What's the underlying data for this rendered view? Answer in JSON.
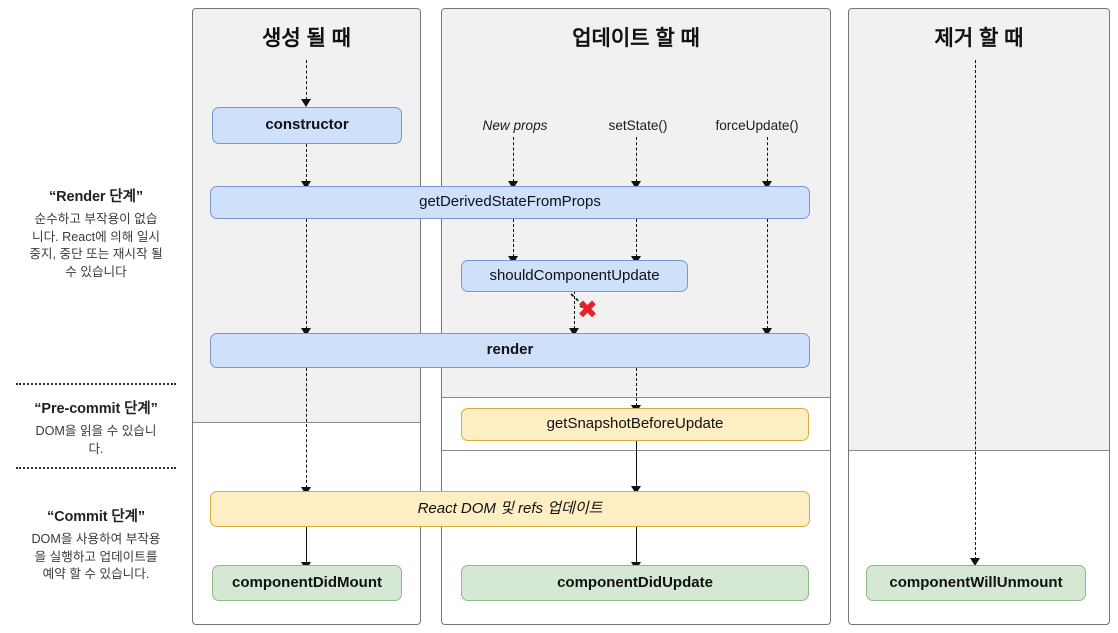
{
  "diagram": {
    "title": "React Component Lifecycle (Korean)",
    "columns": [
      {
        "id": "mounting",
        "header": "생성 될 때"
      },
      {
        "id": "updating",
        "header": "업데이트 할 때"
      },
      {
        "id": "unmounting",
        "header": "제거 할 때"
      }
    ],
    "phases": [
      {
        "id": "render",
        "title": "“Render 단계”",
        "body_lines": [
          "순수하고 부작용이 없습",
          "니다. React에 의해 일시",
          "중지, 중단 또는 재시작 될",
          "수 있습니다"
        ],
        "body_text": "순수하고 부작용이 없습니다. React에 의해 일시 중지, 중단 또는 재시작 될 수 있습니다"
      },
      {
        "id": "pre-commit",
        "title": "“Pre-commit 단계”",
        "body_lines": [
          "DOM을 읽을 수 있습니",
          "다."
        ],
        "body_text": "DOM을 읽을 수 있습니다."
      },
      {
        "id": "commit",
        "title": "“Commit 단계”",
        "body_lines": [
          "DOM을 사용하여 부작용",
          "을 실행하고 업데이트를",
          "예약 할 수 있습니다."
        ],
        "body_text": "DOM을 사용하여 부작용을 실행하고 업데이트를 예약 할 수 있습니다."
      }
    ],
    "triggers": [
      {
        "id": "new-props",
        "label": "New props",
        "style": "italic"
      },
      {
        "id": "set-state",
        "label": "setState()",
        "style": "normal"
      },
      {
        "id": "force-update",
        "label": "forceUpdate()",
        "style": "normal"
      }
    ],
    "nodes": [
      {
        "id": "constructor",
        "label": "constructor",
        "color": "blue",
        "weight": "bold"
      },
      {
        "id": "get-derived-state-from-props",
        "label": "getDerivedStateFromProps",
        "color": "blue",
        "weight": "normal"
      },
      {
        "id": "should-component-update",
        "label": "shouldComponentUpdate",
        "color": "blue",
        "weight": "normal"
      },
      {
        "id": "render",
        "label": "render",
        "color": "blue",
        "weight": "bold"
      },
      {
        "id": "get-snapshot-before-update",
        "label": "getSnapshotBeforeUpdate",
        "color": "orange",
        "weight": "normal"
      },
      {
        "id": "react-dom-refs-update",
        "label": "React DOM 및 refs 업데이트",
        "color": "orange",
        "weight": "italic",
        "parts": {
          "a": "React DOM ",
          "b": "및 ",
          "c": "refs ",
          "d": "업데이트"
        }
      },
      {
        "id": "component-did-mount",
        "label": "componentDidMount",
        "color": "green",
        "weight": "bold"
      },
      {
        "id": "component-did-update",
        "label": "componentDidUpdate",
        "color": "green",
        "weight": "bold"
      },
      {
        "id": "component-will-unmount",
        "label": "componentWillUnmount",
        "color": "green",
        "weight": "bold"
      }
    ],
    "annotations": [
      {
        "id": "skip-render-x",
        "glyph": "✖",
        "color": "#e8212b",
        "meaning": "shouldComponentUpdate returns false — skip render"
      }
    ],
    "colors": {
      "blue_fill": "#cfe0fa",
      "blue_stroke": "#7a96d2",
      "orange_fill": "#fdeec4",
      "orange_stroke": "#d8ad3d",
      "green_fill": "#d5e8d4",
      "green_stroke": "#8fb88b",
      "column_fill": "#f1f1f1",
      "column_stroke": "#767676",
      "x_mark": "#e8212b"
    }
  }
}
